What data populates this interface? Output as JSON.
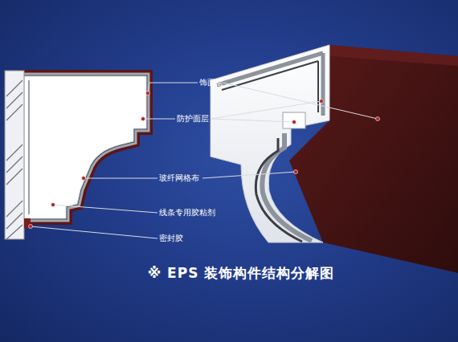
{
  "diagram": {
    "caption": "※ EPS 装饰构件结构分解图",
    "labels": [
      "饰面层",
      "防护面层",
      "玻纤网格布",
      "线条专用胶粘剂",
      "密封胶"
    ]
  }
}
